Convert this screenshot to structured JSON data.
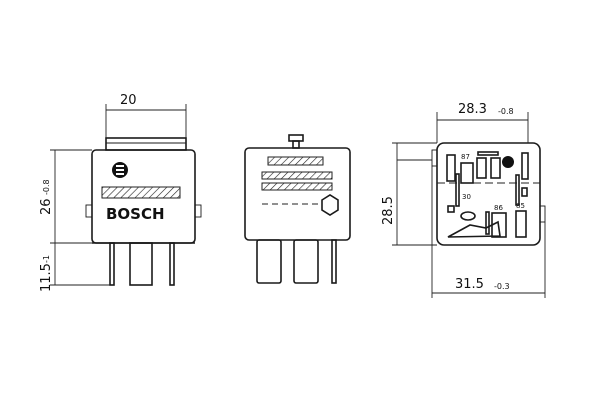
{
  "drawing": {
    "brand_text": "BOSCH",
    "front_view": {
      "width_dim": "20",
      "height_dim": "26",
      "height_tol": "-0.8",
      "pin_dim": "11.5",
      "pin_tol": "-1"
    },
    "bottom_view": {
      "top_width_dim": "28.3",
      "top_width_tol": "-0.8",
      "height_dim": "28.5",
      "bottom_width_dim": "31.5",
      "bottom_width_tol": "-0.3",
      "terminals": [
        "87",
        "30",
        "86",
        "85"
      ]
    },
    "colors": {
      "line": "#1a1a1a",
      "background": "#ffffff"
    }
  }
}
